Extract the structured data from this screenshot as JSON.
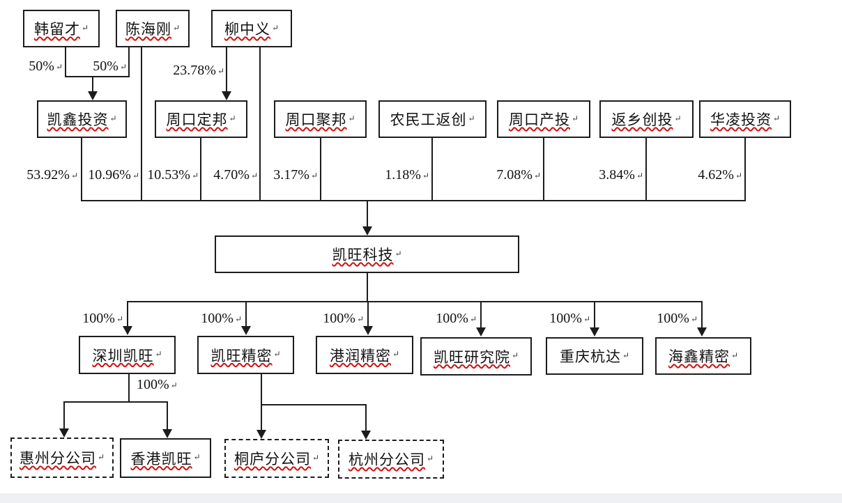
{
  "marks": {
    "return": "↵"
  },
  "colors": {
    "line": "#1c1c1c",
    "box_border": "#1c1c1c",
    "spellcheck_underline": "#cf1010",
    "background": "#ffffff"
  },
  "nodes": {
    "han": {
      "label": "韩留才"
    },
    "chen": {
      "label": "陈海刚"
    },
    "liu": {
      "label": "柳中义"
    },
    "kaixin": {
      "label": "凯鑫投资"
    },
    "dingbang": {
      "label": "周口定邦"
    },
    "jubang": {
      "label": "周口聚邦"
    },
    "nongmin": {
      "label": "农民工返创"
    },
    "chantou": {
      "label": "周口产投"
    },
    "fanxiang": {
      "label": "返乡创投"
    },
    "hualing": {
      "label": "华凌投资"
    },
    "kaiwang": {
      "label": "凯旺科技"
    },
    "shenzhen": {
      "label": "深圳凯旺"
    },
    "jingmi": {
      "label": "凯旺精密"
    },
    "gangrun": {
      "label": "港润精密"
    },
    "yanjiu": {
      "label": "凯旺研究院"
    },
    "chongqing": {
      "label": "重庆杭达"
    },
    "haixin": {
      "label": "海鑫精密"
    },
    "huizhou": {
      "label": "惠州分公司"
    },
    "xianggang": {
      "label": "香港凯旺"
    },
    "tonglu": {
      "label": "桐庐分公司"
    },
    "hangzhou": {
      "label": "杭州分公司"
    }
  },
  "pcts": {
    "han_kaixin": "50%",
    "chen_kaixin": "50%",
    "liu_dingbang": "23.78%",
    "kaixin": "53.92%",
    "chen": "10.96%",
    "dingbang": "10.53%",
    "liu": "4.70%",
    "jubang": "3.17%",
    "nongmin": "1.18%",
    "chantou": "7.08%",
    "fanxiang": "3.84%",
    "hualing": "4.62%",
    "sub_shenzhen": "100%",
    "sub_jingmi": "100%",
    "sub_gangrun": "100%",
    "sub_yanjiu": "100%",
    "sub_chongqing": "100%",
    "sub_haixin": "100%",
    "shenzhen_branch": "100%"
  }
}
